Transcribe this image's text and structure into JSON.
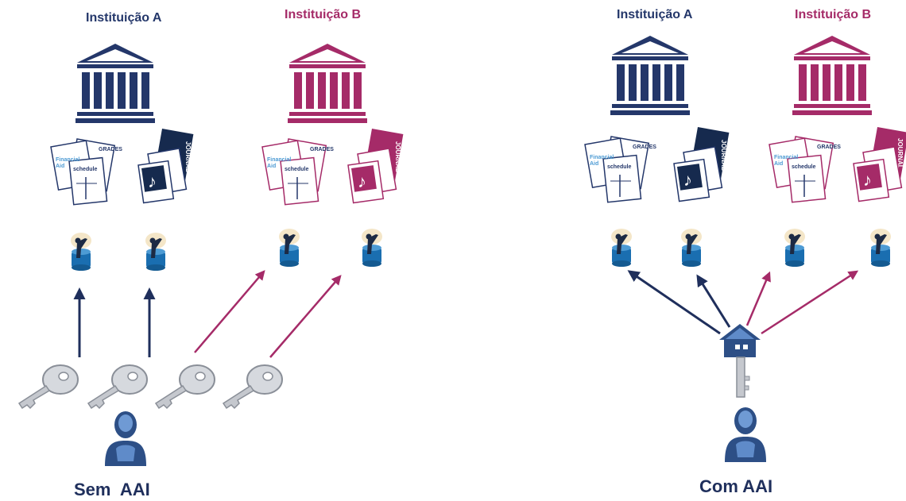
{
  "colors": {
    "institution_a": "#24376a",
    "institution_b": "#a52b68",
    "service": "#1a6eb0",
    "key": "#b8bcc4",
    "user": "#2d4f86"
  },
  "icons": [
    "institution-building-icon",
    "document-stack-icon",
    "media-stack-icon",
    "service-server-icon",
    "key-icon",
    "home-key-icon",
    "user-icon"
  ],
  "left_panel": {
    "institution_a_label": "Instituição A",
    "institution_b_label": "Instituição B",
    "caption": "Sem  AAI"
  },
  "right_panel": {
    "institution_a_label": "Instituição A",
    "institution_b_label": "Instituição B",
    "caption": "Com AAI"
  },
  "doc_labels": {
    "grades": "GRADES",
    "financial": "Financial",
    "aid": "Aid",
    "schedule": "schedule",
    "journal": "JOURNAL"
  }
}
